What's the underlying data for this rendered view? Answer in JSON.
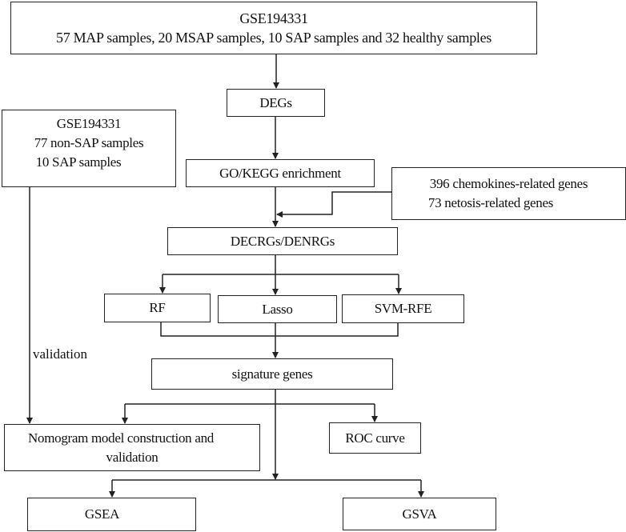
{
  "nodes": {
    "dataset_top": {
      "title": "GSE194331",
      "subtitle": "57 MAP samples, 20 MSAP samples, 10 SAP samples and 32 healthy samples"
    },
    "degs": "DEGs",
    "dataset_left": {
      "title": "GSE194331",
      "line1": "77 non-SAP samples",
      "line2": "10 SAP samples"
    },
    "go_kegg": "GO/KEGG enrichment",
    "gene_sets": {
      "line1": "396 chemokines-related genes",
      "line2": "73 netosis-related genes"
    },
    "decrgs": "DECRGs/DENRGs",
    "rf": "RF",
    "lasso": "Lasso",
    "svm": "SVM-RFE",
    "signature": "signature genes",
    "nomogram": {
      "line1": "Nomogram model construction and",
      "line2": "validation"
    },
    "roc": "ROC curve",
    "gsea": "GSEA",
    "gsva": "GSVA"
  },
  "edge_labels": {
    "validation": "validation"
  }
}
